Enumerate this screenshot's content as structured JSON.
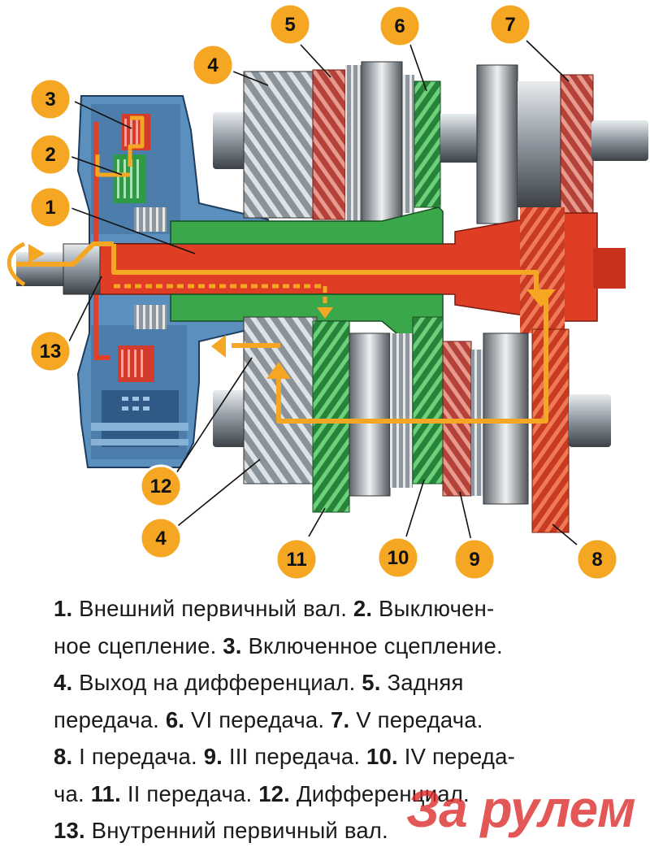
{
  "callouts": [
    {
      "id": "1",
      "label": "1"
    },
    {
      "id": "2",
      "label": "2"
    },
    {
      "id": "3",
      "label": "3"
    },
    {
      "id": "4a",
      "label": "4"
    },
    {
      "id": "4b",
      "label": "4"
    },
    {
      "id": "5",
      "label": "5"
    },
    {
      "id": "6",
      "label": "6"
    },
    {
      "id": "7",
      "label": "7"
    },
    {
      "id": "8",
      "label": "8"
    },
    {
      "id": "9",
      "label": "9"
    },
    {
      "id": "10",
      "label": "10"
    },
    {
      "id": "11",
      "label": "11"
    },
    {
      "id": "12",
      "label": "12"
    },
    {
      "id": "13",
      "label": "13"
    }
  ],
  "caption": {
    "lines": [
      [
        {
          "n": "1.",
          "t": " Внешний первичный вал. "
        },
        {
          "n": "2.",
          "t": " Выключен-"
        }
      ],
      [
        {
          "n": "",
          "t": "ное сцепление. "
        },
        {
          "n": "3.",
          "t": " Включенное сцепление."
        }
      ],
      [
        {
          "n": "4.",
          "t": " Выход на дифференциал. "
        },
        {
          "n": "5.",
          "t": " Задняя"
        }
      ],
      [
        {
          "n": "",
          "t": "передача. "
        },
        {
          "n": "6.",
          "t": " VI передача. "
        },
        {
          "n": "7.",
          "t": " V передача."
        }
      ],
      [
        {
          "n": "8.",
          "t": " I передача. "
        },
        {
          "n": "9.",
          "t": " III передача. "
        },
        {
          "n": "10.",
          "t": " IV переда-"
        }
      ],
      [
        {
          "n": "",
          "t": "ча. "
        },
        {
          "n": "11.",
          "t": " II передача. "
        },
        {
          "n": "12.",
          "t": " Дифференциал."
        }
      ],
      [
        {
          "n": "13.",
          "t": " Внутренний первичный вал."
        }
      ]
    ]
  },
  "watermark": {
    "text": "За рулем"
  },
  "colors": {
    "badge": "#f5a623",
    "badge_border": "#ffffff",
    "shaft_red": "#e0402a",
    "green": "#3fae4a",
    "blue": "#4f86b5",
    "steel": "#9aa3ab",
    "arrow": "#f5a623"
  }
}
